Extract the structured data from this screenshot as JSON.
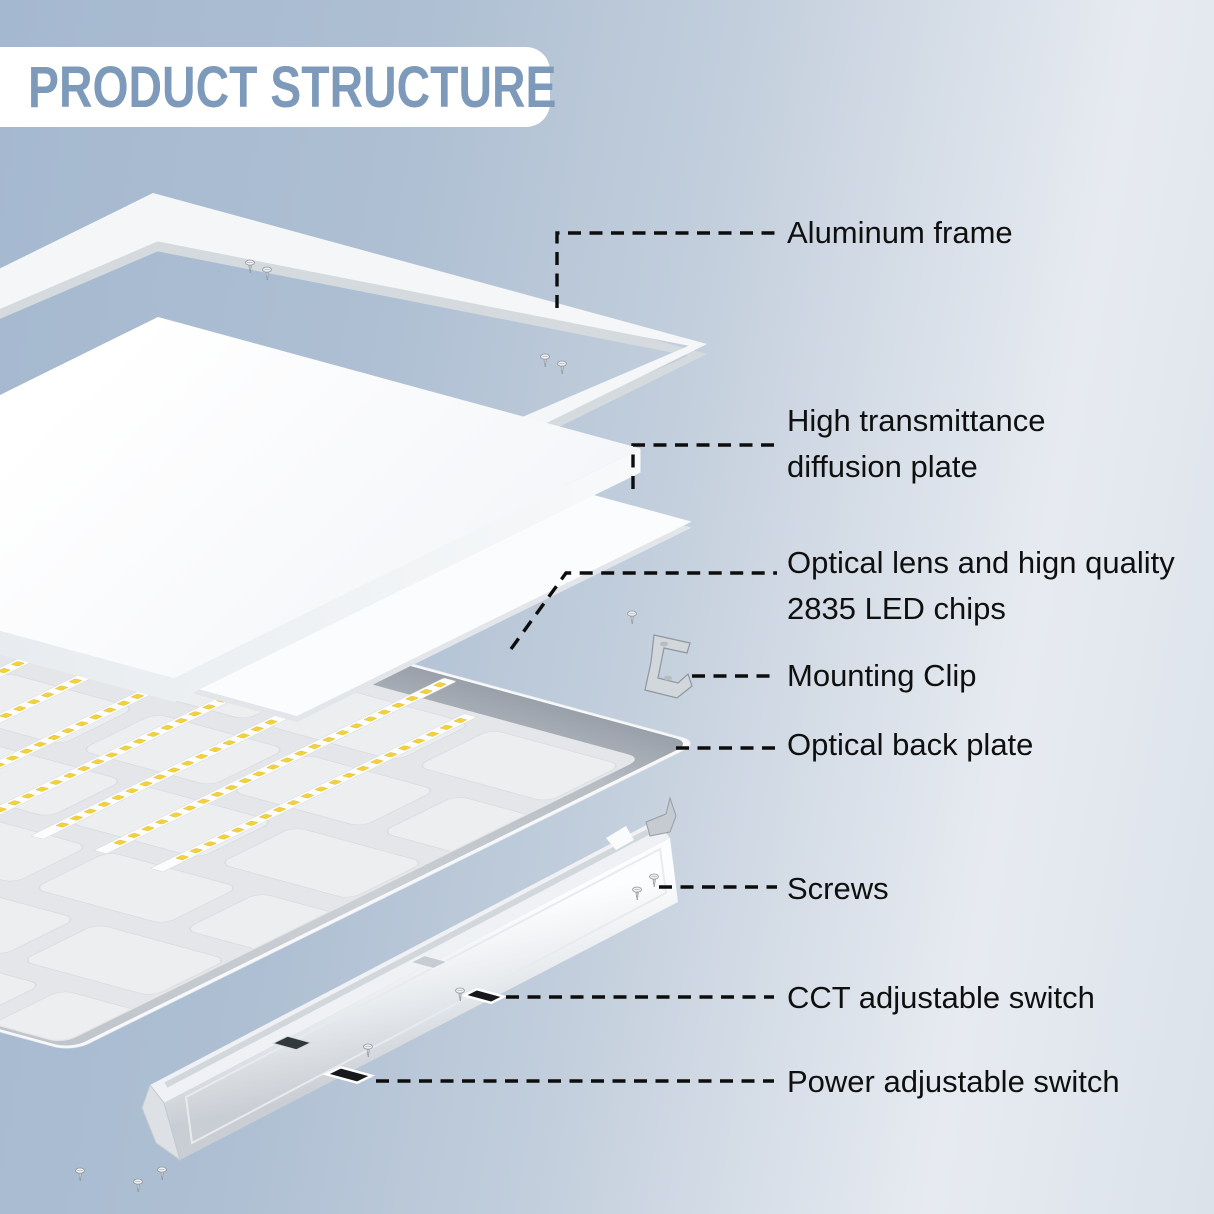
{
  "title": "PRODUCT STRUCTURE",
  "labels": {
    "aluminum_frame": "Aluminum frame",
    "diffusion_line1": "High transmittance",
    "diffusion_line2": "diffusion plate",
    "optical_lens_line1": "Optical lens and hign quality",
    "optical_lens_line2": "2835 LED chips",
    "mounting_clip": "Mounting Clip",
    "back_plate": "Optical back plate",
    "screws": "Screws",
    "cct_switch": "CCT adjustable switch",
    "power_switch": "Power adjustable switch"
  },
  "colors": {
    "title_text": "#7d9aba",
    "title_bg": "#ffffff",
    "label_text": "#0f0f0f",
    "leader_line": "#0d0d0d",
    "led_dot_yellow": "#f2d23c",
    "panel_white": "#f6f8fa",
    "tray_floor_gray": "#e4e6e9",
    "background_left": "#a4b8cf",
    "background_right": "#e7ebf1"
  }
}
